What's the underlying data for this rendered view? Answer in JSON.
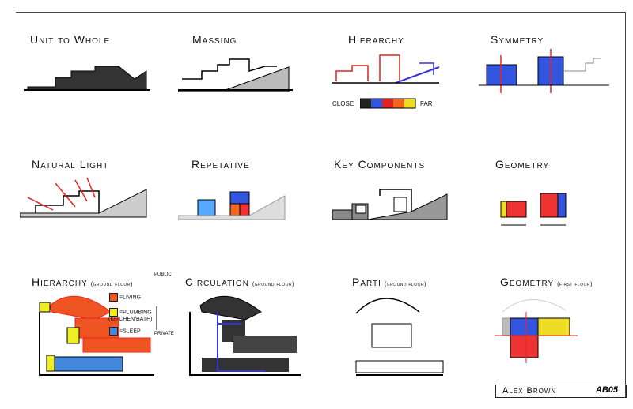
{
  "panels": [
    {
      "title": "Unit to Whole"
    },
    {
      "title": "Massing"
    },
    {
      "title": "Hierarchy"
    },
    {
      "title": "Symmetry"
    },
    {
      "title": "Natural Light"
    },
    {
      "title": "Repetative"
    },
    {
      "title": "Key Components"
    },
    {
      "title": "Geometry"
    },
    {
      "title": "Hierarchy",
      "subtitle": "(ground floor)"
    },
    {
      "title": "Circulation",
      "subtitle": "(ground floor)"
    },
    {
      "title": "Parti",
      "subtitle": "(ground floor)"
    },
    {
      "title": "Geometry",
      "subtitle": "(first floor)"
    }
  ],
  "hierarchy_legend": {
    "close": "CLOSE",
    "far": "FAR",
    "colors": [
      "#222222",
      "#3355dd",
      "#dd2222",
      "#ee6622",
      "#eedd22"
    ]
  },
  "program_key": {
    "living": "=LIVING",
    "plumbing": "=PLUMBING",
    "plumbing_note": "(KITCHEN/BATH)",
    "sleep": "=SLEEP",
    "public": "PUBLIC",
    "private": "PRIVATE",
    "colors": {
      "living": "#ee5522",
      "plumbing": "#eeee22",
      "sleep": "#4488dd"
    }
  },
  "title_block": {
    "author": "Alex Brown",
    "signature": "AB05"
  }
}
